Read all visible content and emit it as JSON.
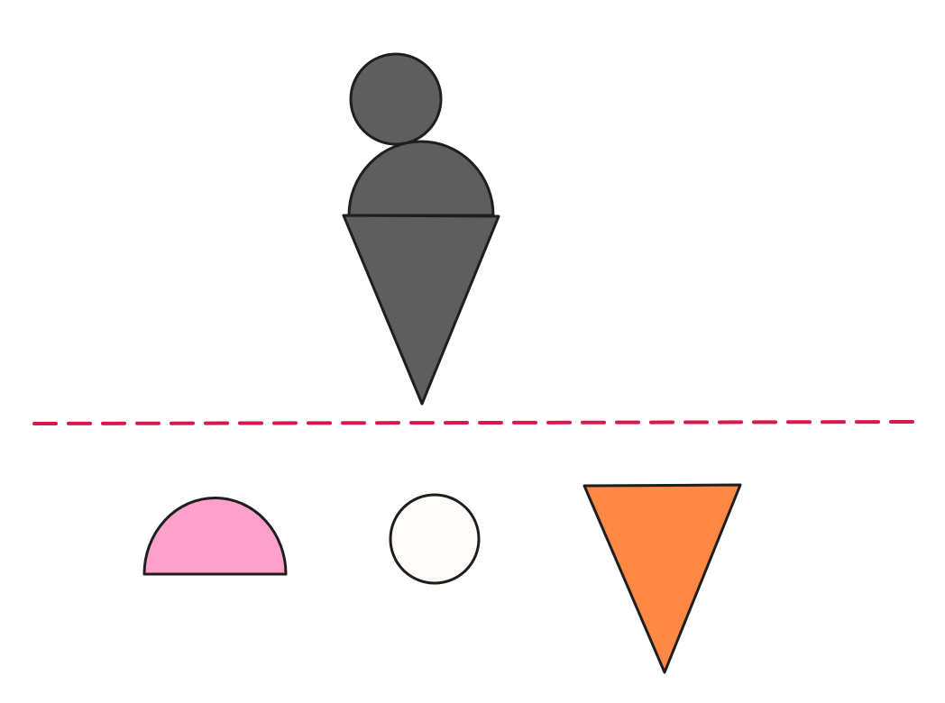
{
  "colors": {
    "background": "#ffffff",
    "stroke": "#1e1e1e",
    "target_fill": "#5e5e5e",
    "divider": "#d6194a",
    "semicircle_fill": "#ffa0cb",
    "circle_fill": "#fffcf9",
    "triangle_fill": "#ff8844"
  },
  "target_figure": {
    "label": "ice-cream-cone-silhouette",
    "parts": [
      "small-circle",
      "semicircle",
      "inverted-triangle"
    ]
  },
  "pieces": [
    {
      "shape": "semicircle",
      "color": "pink"
    },
    {
      "shape": "circle",
      "color": "white"
    },
    {
      "shape": "inverted-triangle",
      "color": "orange"
    }
  ]
}
